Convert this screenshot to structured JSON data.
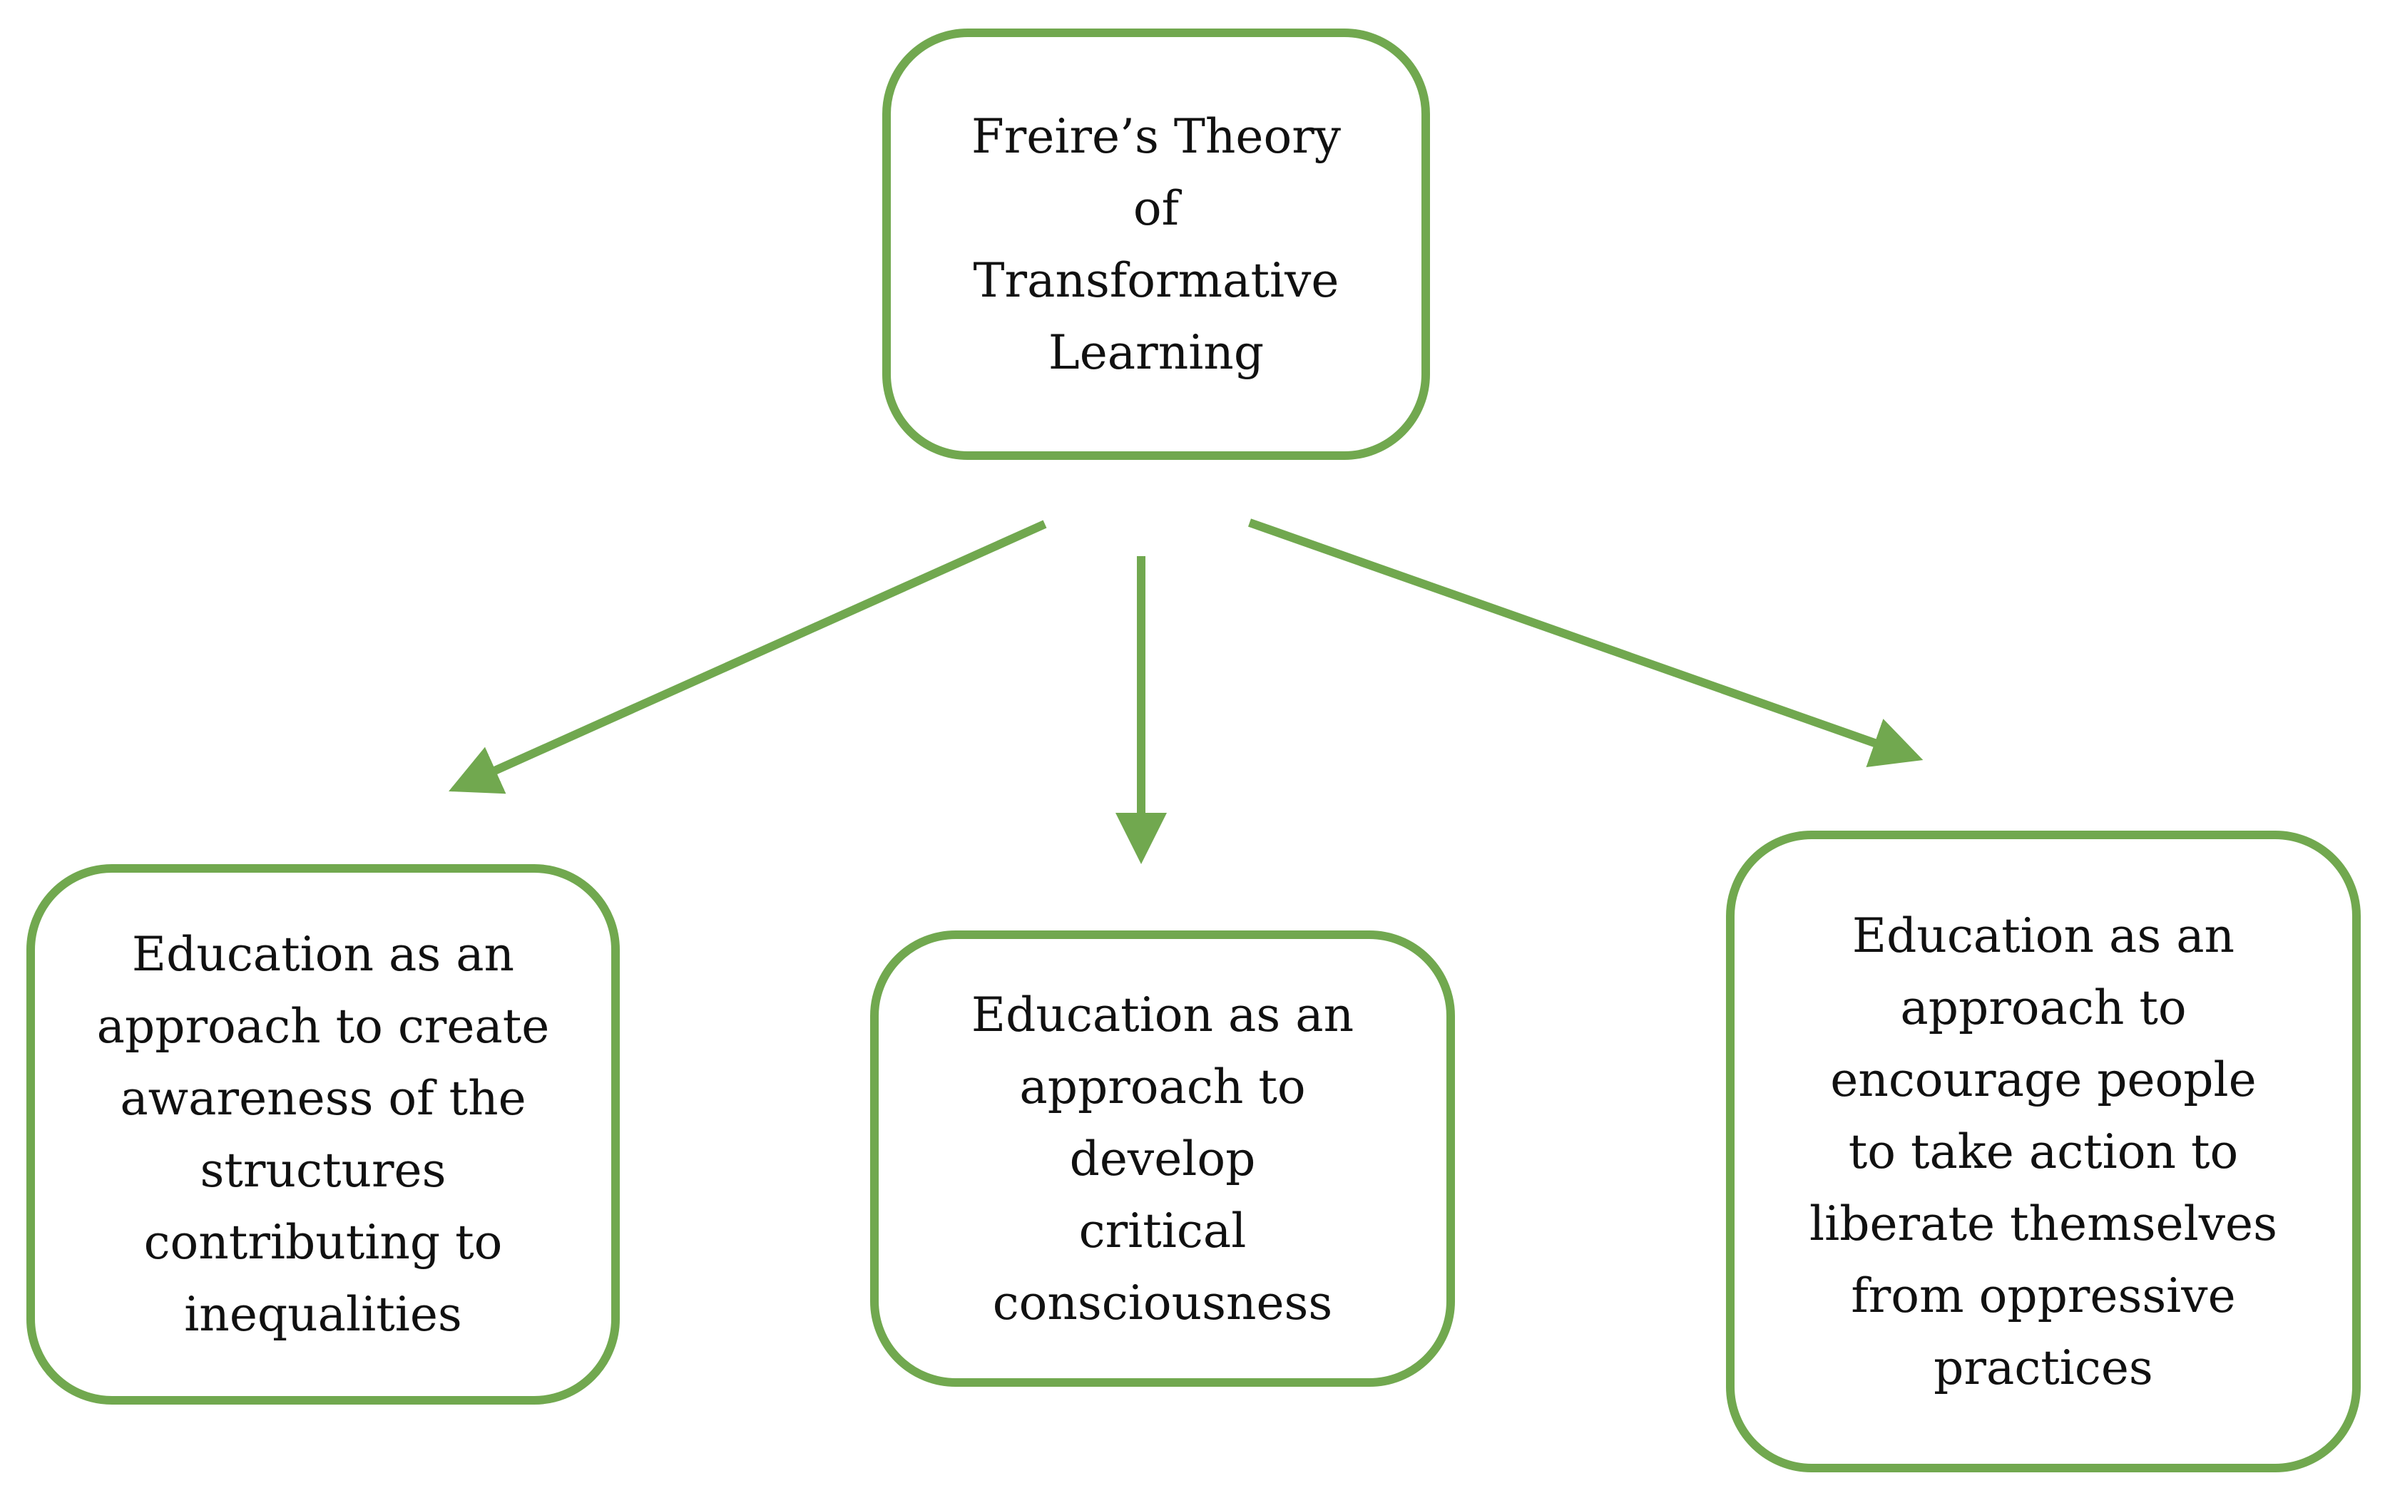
{
  "diagram": {
    "root": {
      "lines": [
        "Freire’s Theory",
        "of",
        "Transformative",
        "Learning"
      ]
    },
    "children": [
      {
        "lines": [
          "Education as an",
          "approach to create",
          "awareness of the",
          "structures",
          "contributing to",
          "inequalities"
        ]
      },
      {
        "lines": [
          "Education as an",
          "approach to",
          "develop",
          "critical",
          "consciousness"
        ]
      },
      {
        "lines": [
          "Education as an",
          "approach to",
          "encourage people",
          "to take action to",
          "liberate themselves",
          "from oppressive",
          "practices"
        ]
      }
    ],
    "colors": {
      "border": "#71a84f",
      "arrow": "#71a84f",
      "text": "#111111",
      "background": "#ffffff"
    }
  }
}
